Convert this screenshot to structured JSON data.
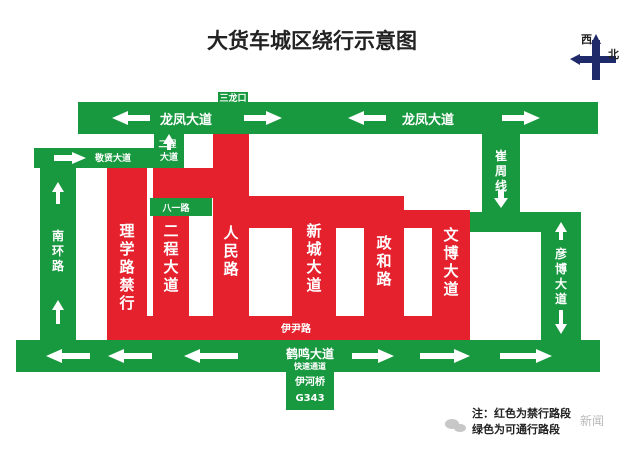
{
  "title": "大货车城区绕行示意图",
  "compass": {
    "west": "西",
    "north": "北"
  },
  "colors": {
    "green": "#18983F",
    "red": "#E5212D",
    "white": "#FFFFFF",
    "navy": "#1F2A6B",
    "text": "#222222"
  },
  "roads": {
    "longfeng_left": "龙凤大道",
    "longfeng_right": "龙凤大道",
    "sanlongkou": "三龙口",
    "jingxian": "敬贤大道",
    "ercheng_small": "二程大道",
    "bayi": "八一路",
    "cuizhou": "崔周线",
    "nanhuan": "南环路",
    "lixue": "理学路禁行",
    "ercheng": "二程大道",
    "renmin": "人民路",
    "xincheng": "新城大道",
    "zhenghe": "政和路",
    "wenbo": "文博大道",
    "yanbo": "彦博大道",
    "yiyin": "伊尹路",
    "heming": "鹤鸣大道",
    "kuaisu": "快速通道",
    "yihe": "伊河桥",
    "g343": "G343"
  },
  "legend": {
    "line1": "注：红色为禁行路段",
    "line2": "绿色为可通行路段"
  },
  "watermark": "新闻"
}
